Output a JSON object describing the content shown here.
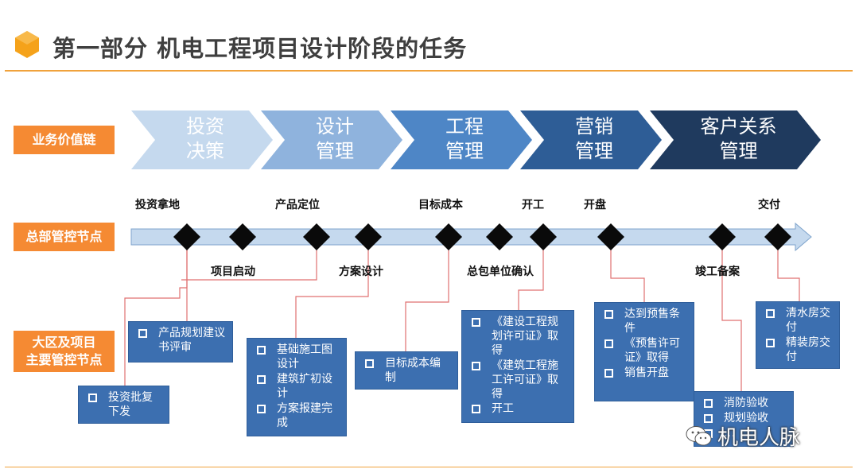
{
  "title": "第一部分   机电工程项目设计阶段的任务",
  "row_labels": {
    "value_chain": "业务价值链",
    "hq_nodes": "总部管控节点",
    "region_nodes": [
      "大区及项目",
      "主要管控节点"
    ]
  },
  "chain_stages": [
    {
      "lines": [
        "投资",
        "决策"
      ],
      "color": "#c5d9ee",
      "text_color": "#ffffff"
    },
    {
      "lines": [
        "设计",
        "管理"
      ],
      "color": "#8fb3dd",
      "text_color": "#ffffff"
    },
    {
      "lines": [
        "工程",
        "管理"
      ],
      "color": "#4e86c6",
      "text_color": "#ffffff"
    },
    {
      "lines": [
        "营销",
        "管理"
      ],
      "color": "#2e5d96",
      "text_color": "#ffffff"
    },
    {
      "lines": [
        "客户关系",
        "管理"
      ],
      "color": "#1f3a5e",
      "text_color": "#ffffff"
    }
  ],
  "hq_nodes_top": [
    "投资拿地",
    "产品定位",
    "目标成本",
    "开工",
    "开盘",
    "交付"
  ],
  "hq_nodes_bottom": [
    "项目启动",
    "方案设计",
    "总包单位确认",
    "竣工备案"
  ],
  "region_boxes": [
    {
      "items": [
        "产品规划建议书评审"
      ]
    },
    {
      "items": [
        "投资批复下发"
      ]
    },
    {
      "items": [
        "基础施工图设计",
        "建筑扩初设计",
        "方案报建完成"
      ]
    },
    {
      "items": [
        "目标成本编制"
      ]
    },
    {
      "items": [
        "《建设工程规划许可证》取得",
        "《建筑工程施工许可证》取得",
        "开工"
      ]
    },
    {
      "items": [
        "达到预售条件",
        "《预售许可证》取得",
        "销售开盘"
      ]
    },
    {
      "items": [
        "消防验收",
        "规划验收",
        "…"
      ]
    },
    {
      "items": [
        "清水房交付",
        "精装房交付"
      ]
    }
  ],
  "colors": {
    "accent_orange": "#f58a33",
    "box_blue": "#3c6fb0",
    "connector": "#e07070",
    "timeline_arrow": "#c5d9ee"
  },
  "watermark": "机电人脉"
}
